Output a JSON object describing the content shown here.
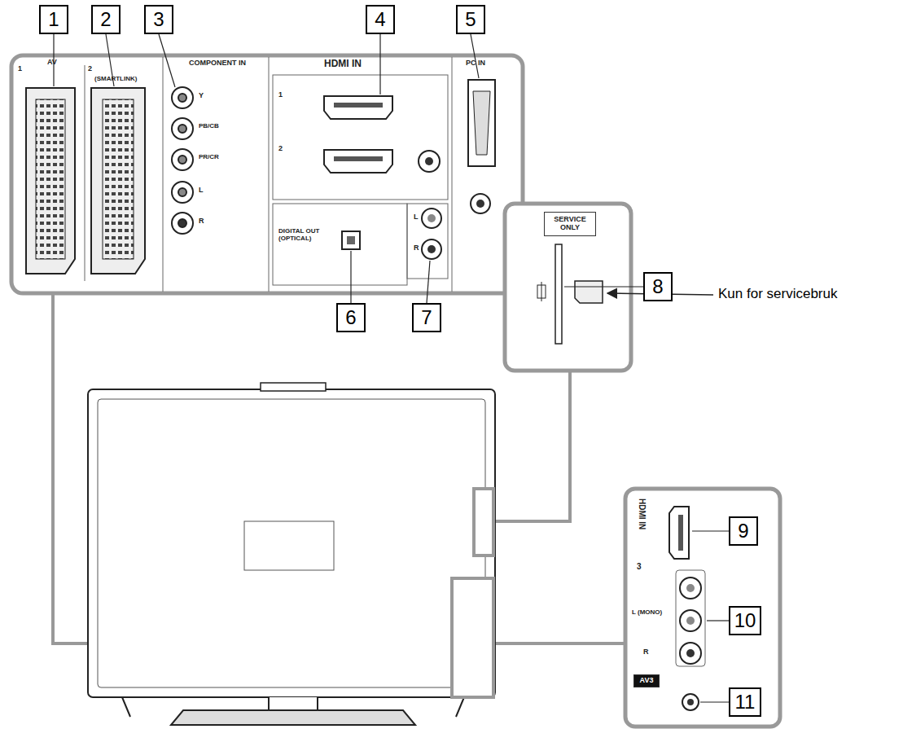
{
  "diagram": {
    "nodes": [
      {
        "text": [
          "1"
        ]
      },
      {
        "text": [
          "2"
        ]
      },
      {
        "text": [
          "3"
        ]
      },
      {
        "text": [
          "4"
        ]
      },
      {
        "text": [
          "5"
        ]
      },
      {
        "text": [
          "6"
        ]
      },
      {
        "text": [
          "7"
        ]
      },
      {
        "text": [
          "SERVICE ONLY"
        ]
      },
      {
        "text": [
          "8"
        ]
      },
      {
        "text": [
          "9"
        ]
      },
      {
        "text": [
          "AV3"
        ]
      },
      {
        "text": [
          "10"
        ]
      },
      {
        "text": [
          "11"
        ]
      }
    ],
    "labels": [
      "AV",
      "1",
      "2",
      "(SMARTLINK)",
      "COMPONENT IN",
      "Y",
      "PB/CB",
      "PR/CR",
      "L",
      "R",
      "HDMI IN",
      "1",
      "2",
      "PC IN",
      "DIGITAL OUT (OPTICAL)",
      "L",
      "R",
      "Kun for servicebruk",
      "HDMI IN",
      "3",
      "L (MONO)",
      "R"
    ]
  }
}
